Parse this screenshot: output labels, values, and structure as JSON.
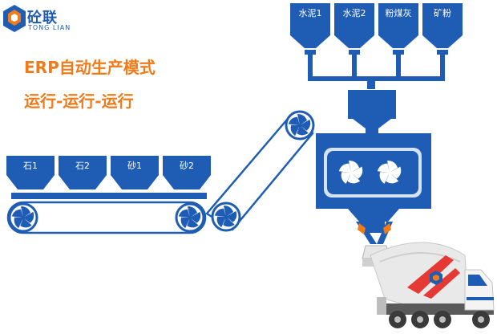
{
  "brand": {
    "name": "砼联",
    "sub": "TONG LIAN"
  },
  "heading": {
    "title": "ERP自动生产模式",
    "subtitle": "运行-运行-运行"
  },
  "cement_bins": [
    "水泥1",
    "水泥2",
    "粉煤灰",
    "矿粉"
  ],
  "aggregate_bins": [
    "石1",
    "石2",
    "砂1",
    "砂2"
  ],
  "colors": {
    "primary_blue": "#1f5db4",
    "accent_orange": "#f07b1a",
    "truck_red": "#e53935"
  }
}
